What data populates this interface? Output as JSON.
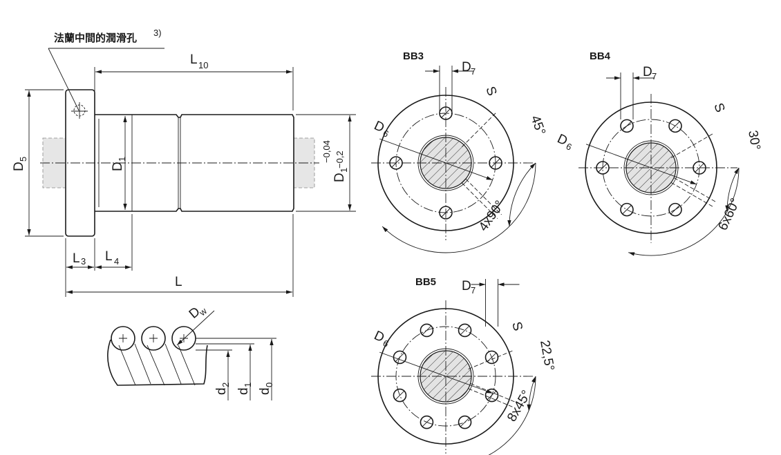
{
  "side_view": {
    "lube_note": "法蘭中間的潤滑孔",
    "lube_note_ref": "3)",
    "L10": {
      "main": "L",
      "sub": "10"
    },
    "D5": {
      "main": "D",
      "sub": "5"
    },
    "D1": {
      "main": "D",
      "sub": "1"
    },
    "D1_tol": {
      "main": "D",
      "sub": "1",
      "upper": "−0,04",
      "lower": "−0,2"
    },
    "L3": {
      "main": "L",
      "sub": "3"
    },
    "L4": {
      "main": "L",
      "sub": "4"
    },
    "L": "L"
  },
  "ball_detail": {
    "Dw": {
      "main": "D",
      "sub": "w"
    },
    "d2": {
      "main": "d",
      "sub": "2"
    },
    "d1": {
      "main": "d",
      "sub": "1"
    },
    "d0": {
      "main": "d",
      "sub": "0"
    }
  },
  "flanges": [
    {
      "title": "BB3",
      "holes": 4,
      "offset_deg": 90,
      "D7": {
        "main": "D",
        "sub": "7"
      },
      "D6": {
        "main": "D",
        "sub": "6"
      },
      "S": "S",
      "angle": "45°",
      "pattern": "4x90°"
    },
    {
      "title": "BB4",
      "holes": 6,
      "offset_deg": 0,
      "D7": {
        "main": "D",
        "sub": "7"
      },
      "D6": {
        "main": "D",
        "sub": "6"
      },
      "S": "S",
      "angle": "30°",
      "pattern": "6x60°"
    },
    {
      "title": "BB5",
      "holes": 8,
      "offset_deg": 22.5,
      "D7": {
        "main": "D",
        "sub": "7"
      },
      "D6": {
        "main": "D",
        "sub": "6"
      },
      "S": "S",
      "angle": "22,5°",
      "pattern": "8x45°"
    }
  ]
}
